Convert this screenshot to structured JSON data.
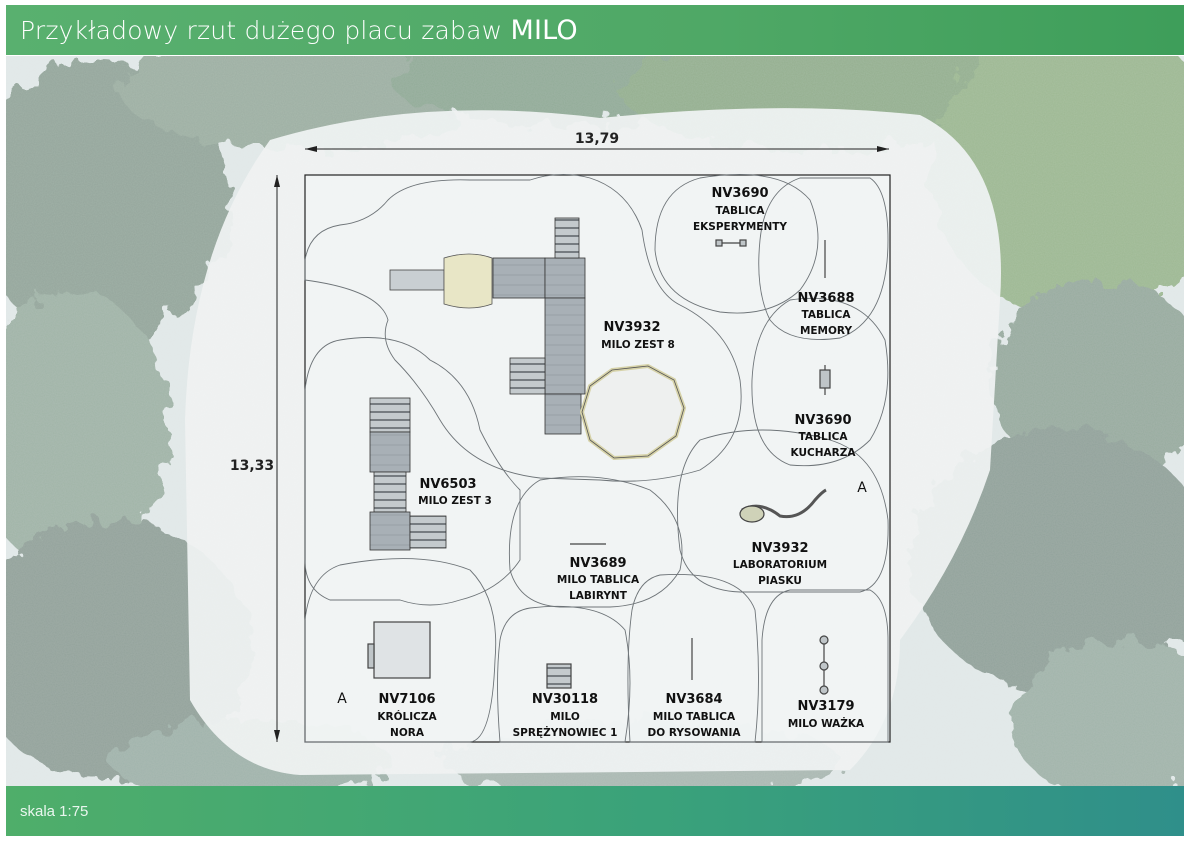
{
  "header": {
    "title": "Przykładowy rzut dużego placu zabaw",
    "title_bold": "MILO",
    "color": "#55ad6c"
  },
  "dimensions": {
    "width_label": "13,79",
    "height_label": "13,33"
  },
  "zones": [
    {
      "code": "NV3690",
      "lines": [
        "TABLICA",
        "EKSPERYMENTY"
      ]
    },
    {
      "code": "NV3688",
      "lines": [
        "TABLICA",
        "MEMORY"
      ]
    },
    {
      "code": "NV3932",
      "lines": [
        "MILO ZEST 8"
      ]
    },
    {
      "code": "NV3690",
      "lines": [
        "TABLICA",
        "KUCHARZA"
      ]
    },
    {
      "code": "NV6503",
      "lines": [
        "MILO ZEST 3"
      ]
    },
    {
      "code": "NV3932",
      "lines": [
        "LABORATORIUM",
        "PIASKU"
      ]
    },
    {
      "code": "NV3689",
      "lines": [
        "MILO TABLICA",
        "LABIRYNT"
      ]
    },
    {
      "code": "NV7106",
      "lines": [
        "KRÓLICZA",
        "NORA"
      ]
    },
    {
      "code": "NV30118",
      "lines": [
        "MILO",
        "SPRĘŻYNOWIEC 1"
      ]
    },
    {
      "code": "NV3684",
      "lines": [
        "MILO TABLICA",
        "DO RYSOWANIA"
      ]
    },
    {
      "code": "NV3179",
      "lines": [
        "MILO WAŻKA"
      ]
    }
  ],
  "markers": [
    "A",
    "A"
  ],
  "footer": {
    "scale": "skala 1:75"
  }
}
